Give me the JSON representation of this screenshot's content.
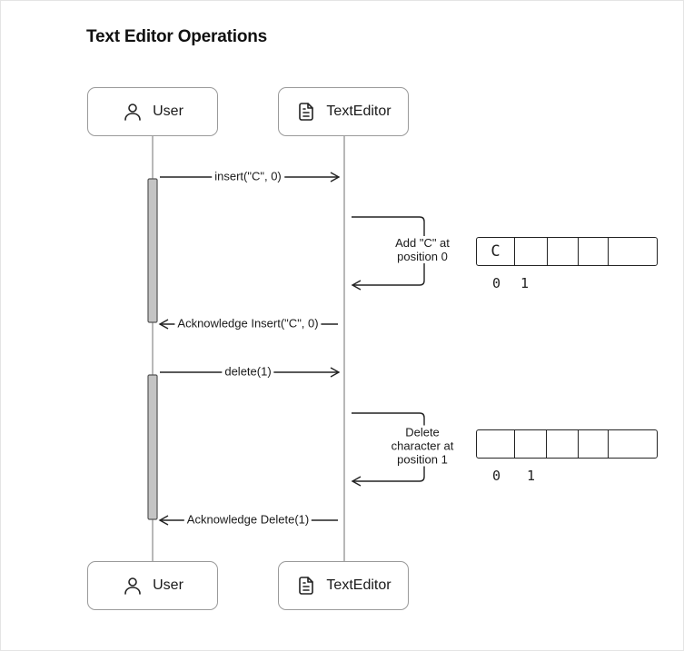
{
  "title": "Text Editor Operations",
  "participants": [
    {
      "name": "User",
      "icon": "user-icon"
    },
    {
      "name": "TextEditor",
      "icon": "document-icon"
    }
  ],
  "messages": [
    {
      "label": "insert(\"C\", 0)"
    },
    {
      "label": "Add \"C\" at\nposition 0"
    },
    {
      "label": "Acknowledge Insert(\"C\", 0)"
    },
    {
      "label": "delete(1)"
    },
    {
      "label": "Delete\ncharacter at\nposition 1"
    },
    {
      "label": "Acknowledge Delete(1)"
    }
  ],
  "buffers": [
    {
      "cells": [
        "C",
        "",
        "",
        "",
        ""
      ],
      "indices": [
        "0",
        "1"
      ]
    },
    {
      "cells": [
        "",
        "",
        "",
        "",
        ""
      ],
      "indices": [
        "0",
        "1"
      ]
    }
  ],
  "colors": {
    "line": "#9a9a9a",
    "arrow": "#222222",
    "activation": "#c4c4c4"
  }
}
